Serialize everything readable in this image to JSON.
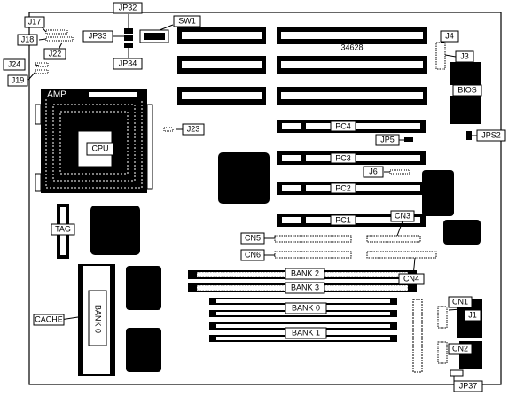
{
  "labels": {
    "j17": "J17",
    "j18": "J18",
    "j22": "J22",
    "j24": "J24",
    "j19": "J19",
    "jp32": "JP32",
    "jp33": "JP33",
    "jp34": "JP34",
    "sw1": "SW1",
    "board_no": "34628",
    "j4": "J4",
    "j3": "J3",
    "bios": "BIOS",
    "amp": "AMP",
    "cpu": "CPU",
    "j23": "J23",
    "pc4": "PC4",
    "jp5": "JP5",
    "jps2": "JPS2",
    "pc3": "PC3",
    "j6": "J6",
    "pc2": "PC2",
    "pc1": "PC1",
    "cn3": "CN3",
    "cn5": "CN5",
    "cn6": "CN6",
    "cn4": "CN4",
    "tag": "TAG",
    "bank2": "BANK 2",
    "bank3": "BANK 3",
    "bank0": "BANK 0",
    "bank1": "BANK 1",
    "cache": "CACHE",
    "bank_cache": "BANK 0",
    "cn1": "CN1",
    "j1": "J1",
    "cn2": "CN2",
    "jp37": "JP37"
  }
}
